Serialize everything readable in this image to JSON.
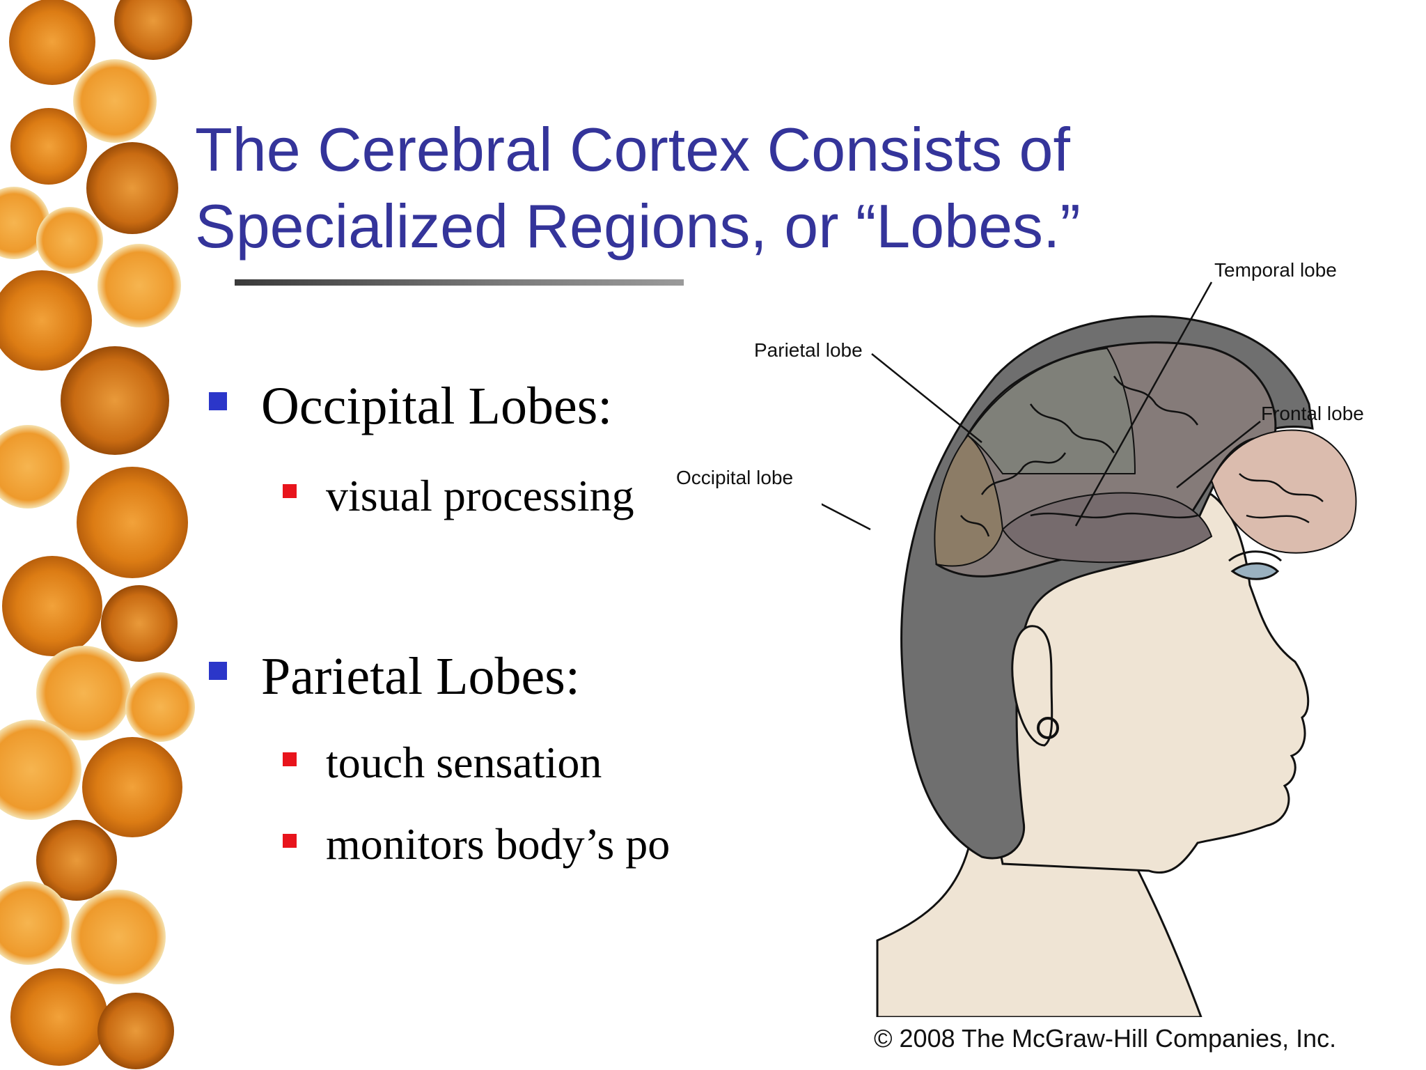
{
  "slide": {
    "title_line1": "The Cerebral Cortex Consists of",
    "title_line2": "Specialized Regions, or “Lobes.”",
    "bullets": [
      {
        "heading": "Occipital Lobes:",
        "subitems": [
          "visual processing"
        ]
      },
      {
        "heading": "Parietal Lobes:",
        "subitems": [
          " touch sensation",
          "monitors body’s po"
        ]
      }
    ],
    "bullet_color_level1": "#2b36c9",
    "bullet_color_level2": "#e8141c",
    "title_color": "#34349a"
  },
  "illustration": {
    "labels": {
      "temporal": "Temporal lobe",
      "parietal": "Parietal lobe",
      "frontal": "Frontal lobe",
      "occipital": "Occipital lobe"
    }
  },
  "copyright": "© 2008 The McGraw-Hill Companies, Inc."
}
